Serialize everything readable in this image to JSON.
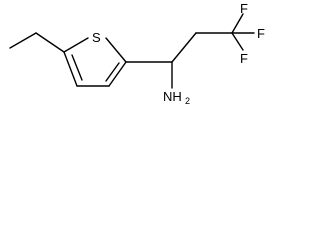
{
  "molecule": {
    "atoms": {
      "sulfur": "S",
      "fluorine_top": "F",
      "fluorine_right": "F",
      "fluorine_lower": "F",
      "amine": "NH",
      "amine_subscript": "2"
    },
    "colors": {
      "bond": "#000000",
      "label": "#000000",
      "background": "#ffffff"
    }
  }
}
